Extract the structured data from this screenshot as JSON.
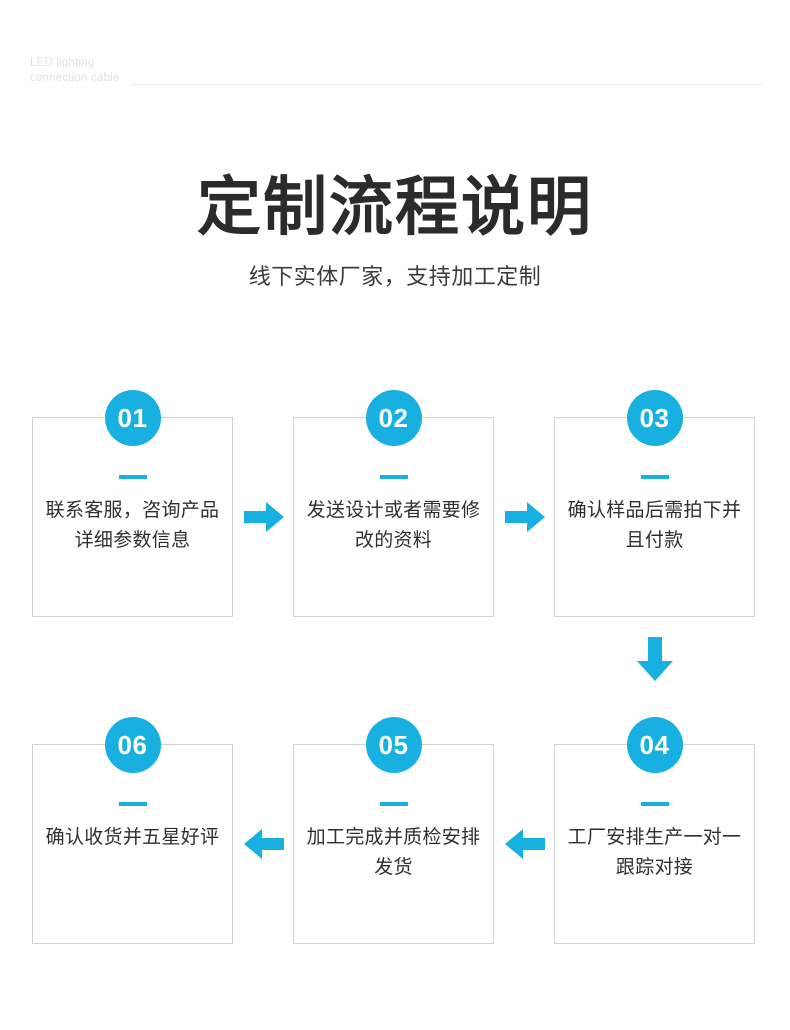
{
  "brand": {
    "line1": "LED lighting",
    "line2": "connection cable"
  },
  "heading": {
    "title": "定制流程说明",
    "subtitle": "线下实体厂家，支持加工定制"
  },
  "colors": {
    "accent": "#18b0e0",
    "card_border": "#d2d2d2",
    "title_text": "#2b2b2b",
    "brand_text": "#e2e2e2"
  },
  "flow": {
    "rows": [
      {
        "id": "row-top",
        "steps": [
          {
            "number": "01",
            "text": "联系客服，咨询产品详细参数信息"
          },
          {
            "number": "02",
            "text": "发送设计或者需要修改的资料"
          },
          {
            "number": "03",
            "text": "确认样品后需拍下并且付款"
          }
        ],
        "arrows": [
          {
            "direction": "right",
            "icon": "arrow-right-icon"
          },
          {
            "direction": "right",
            "icon": "arrow-right-icon"
          }
        ]
      },
      {
        "id": "row-bottom",
        "steps": [
          {
            "number": "06",
            "text": "确认收货并五星好评"
          },
          {
            "number": "05",
            "text": "加工完成并质检安排发货"
          },
          {
            "number": "04",
            "text": "工厂安排生产一对一跟踪对接"
          }
        ],
        "arrows": [
          {
            "direction": "left",
            "icon": "arrow-left-icon"
          },
          {
            "direction": "left",
            "icon": "arrow-left-icon"
          }
        ]
      }
    ],
    "connector": {
      "direction": "down",
      "icon": "arrow-down-icon"
    }
  }
}
